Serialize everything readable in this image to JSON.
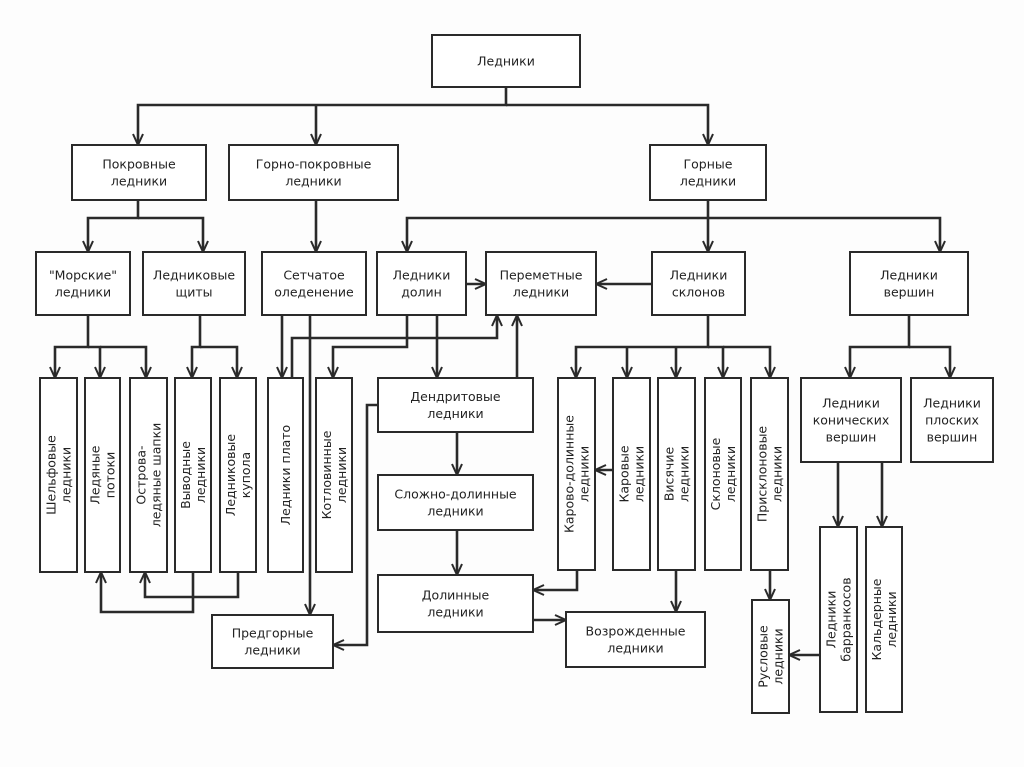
{
  "diagram": {
    "nodes": {
      "root": [
        "Ледники"
      ],
      "pokrovnye": [
        "Покровные",
        "ледники"
      ],
      "gorno_pokrovnye": [
        "Горно-покровные",
        "ледники"
      ],
      "gornye": [
        "Горные",
        "ледники"
      ],
      "morskie": [
        "\"Морские\"",
        "ледники"
      ],
      "shchity": [
        "Ледниковые",
        "щиты"
      ],
      "setchatoe": [
        "Сетчатое",
        "оледенение"
      ],
      "dolin": [
        "Ледники",
        "долин"
      ],
      "peremetnye": [
        "Переметные",
        "ледники"
      ],
      "sklonov": [
        "Ледники",
        "склонов"
      ],
      "vershin": [
        "Ледники",
        "вершин"
      ],
      "shelfovye": [
        "Шельфовые",
        "ледники"
      ],
      "potoki": [
        "Ледяные",
        "потоки"
      ],
      "ostrova": [
        "Острова-",
        "ледяные шапки"
      ],
      "vyvodnye": [
        "Выводные",
        "ледники"
      ],
      "kupola": [
        "Ледниковые",
        "купола"
      ],
      "plato": [
        "Ледники плато"
      ],
      "kotlovinnye": [
        "Котловинные",
        "ледники"
      ],
      "dendritovye": [
        "Дендритовые",
        "ледники"
      ],
      "slozhno_dolinnye": [
        "Сложно-долинные",
        "ледники"
      ],
      "dolinnye": [
        "Долинные",
        "ледники"
      ],
      "predgornye": [
        "Предгорные",
        "ледники"
      ],
      "vozrozhdennye": [
        "Возрожденные",
        "ледники"
      ],
      "karovo_dolinnye": [
        "Карово-долинные",
        "ледники"
      ],
      "karovye": [
        "Каровые",
        "ледники"
      ],
      "visyachie": [
        "Висячие",
        "ледники"
      ],
      "sklonovye": [
        "Склоновые",
        "ледники"
      ],
      "prisklonovye": [
        "Присклоновые",
        "ледники"
      ],
      "konicheskih": [
        "Ледники",
        "конических",
        "вершин"
      ],
      "ploskih": [
        "Ледники",
        "плоских",
        "вершин"
      ],
      "ruslovye": [
        "Русловые",
        "ледники"
      ],
      "barrankosov": [
        "Ледники",
        "барранкосов"
      ],
      "kaldernye": [
        "Кальдерные",
        "ледники"
      ]
    },
    "edges": [
      [
        "root",
        "pokrovnye"
      ],
      [
        "root",
        "gorno_pokrovnye"
      ],
      [
        "root",
        "gornye"
      ],
      [
        "pokrovnye",
        "morskie"
      ],
      [
        "pokrovnye",
        "shchity"
      ],
      [
        "gorno_pokrovnye",
        "setchatoe"
      ],
      [
        "gornye",
        "dolin"
      ],
      [
        "gornye",
        "sklonov"
      ],
      [
        "gornye",
        "vershin"
      ],
      [
        "dolin",
        "peremetnye"
      ],
      [
        "sklonov",
        "peremetnye"
      ],
      [
        "morskie",
        "shelfovye"
      ],
      [
        "morskie",
        "potoki"
      ],
      [
        "morskie",
        "ostrova"
      ],
      [
        "shchity",
        "vyvodnye"
      ],
      [
        "shchity",
        "kupola"
      ],
      [
        "setchatoe",
        "plato"
      ],
      [
        "setchatoe",
        "predgornye"
      ],
      [
        "plato",
        "peremetnye"
      ],
      [
        "dolin",
        "kotlovinnye"
      ],
      [
        "dolin",
        "dendritovye"
      ],
      [
        "dendritovye",
        "peremetnye"
      ],
      [
        "dendritovye",
        "slozhno_dolinnye"
      ],
      [
        "dendritovye",
        "predgornye"
      ],
      [
        "slozhno_dolinnye",
        "dolinnye"
      ],
      [
        "dolinnye",
        "vozrozhdennye"
      ],
      [
        "kupola",
        "ostrova"
      ],
      [
        "vyvodnye",
        "potoki"
      ],
      [
        "sklonov",
        "karovo_dolinnye"
      ],
      [
        "sklonov",
        "karovye"
      ],
      [
        "sklonov",
        "visyachie"
      ],
      [
        "sklonov",
        "sklonovye"
      ],
      [
        "sklonov",
        "prisklonovye"
      ],
      [
        "karovye",
        "karovo_dolinnye"
      ],
      [
        "karovo_dolinnye",
        "dolinnye"
      ],
      [
        "visyachie",
        "vozrozhdennye"
      ],
      [
        "prisklonovye",
        "ruslovye"
      ],
      [
        "vershin",
        "konicheskih"
      ],
      [
        "vershin",
        "ploskih"
      ],
      [
        "konicheskih",
        "barrankosov"
      ],
      [
        "konicheskih",
        "kaldernye"
      ],
      [
        "barrankosov",
        "ruslovye"
      ]
    ]
  }
}
